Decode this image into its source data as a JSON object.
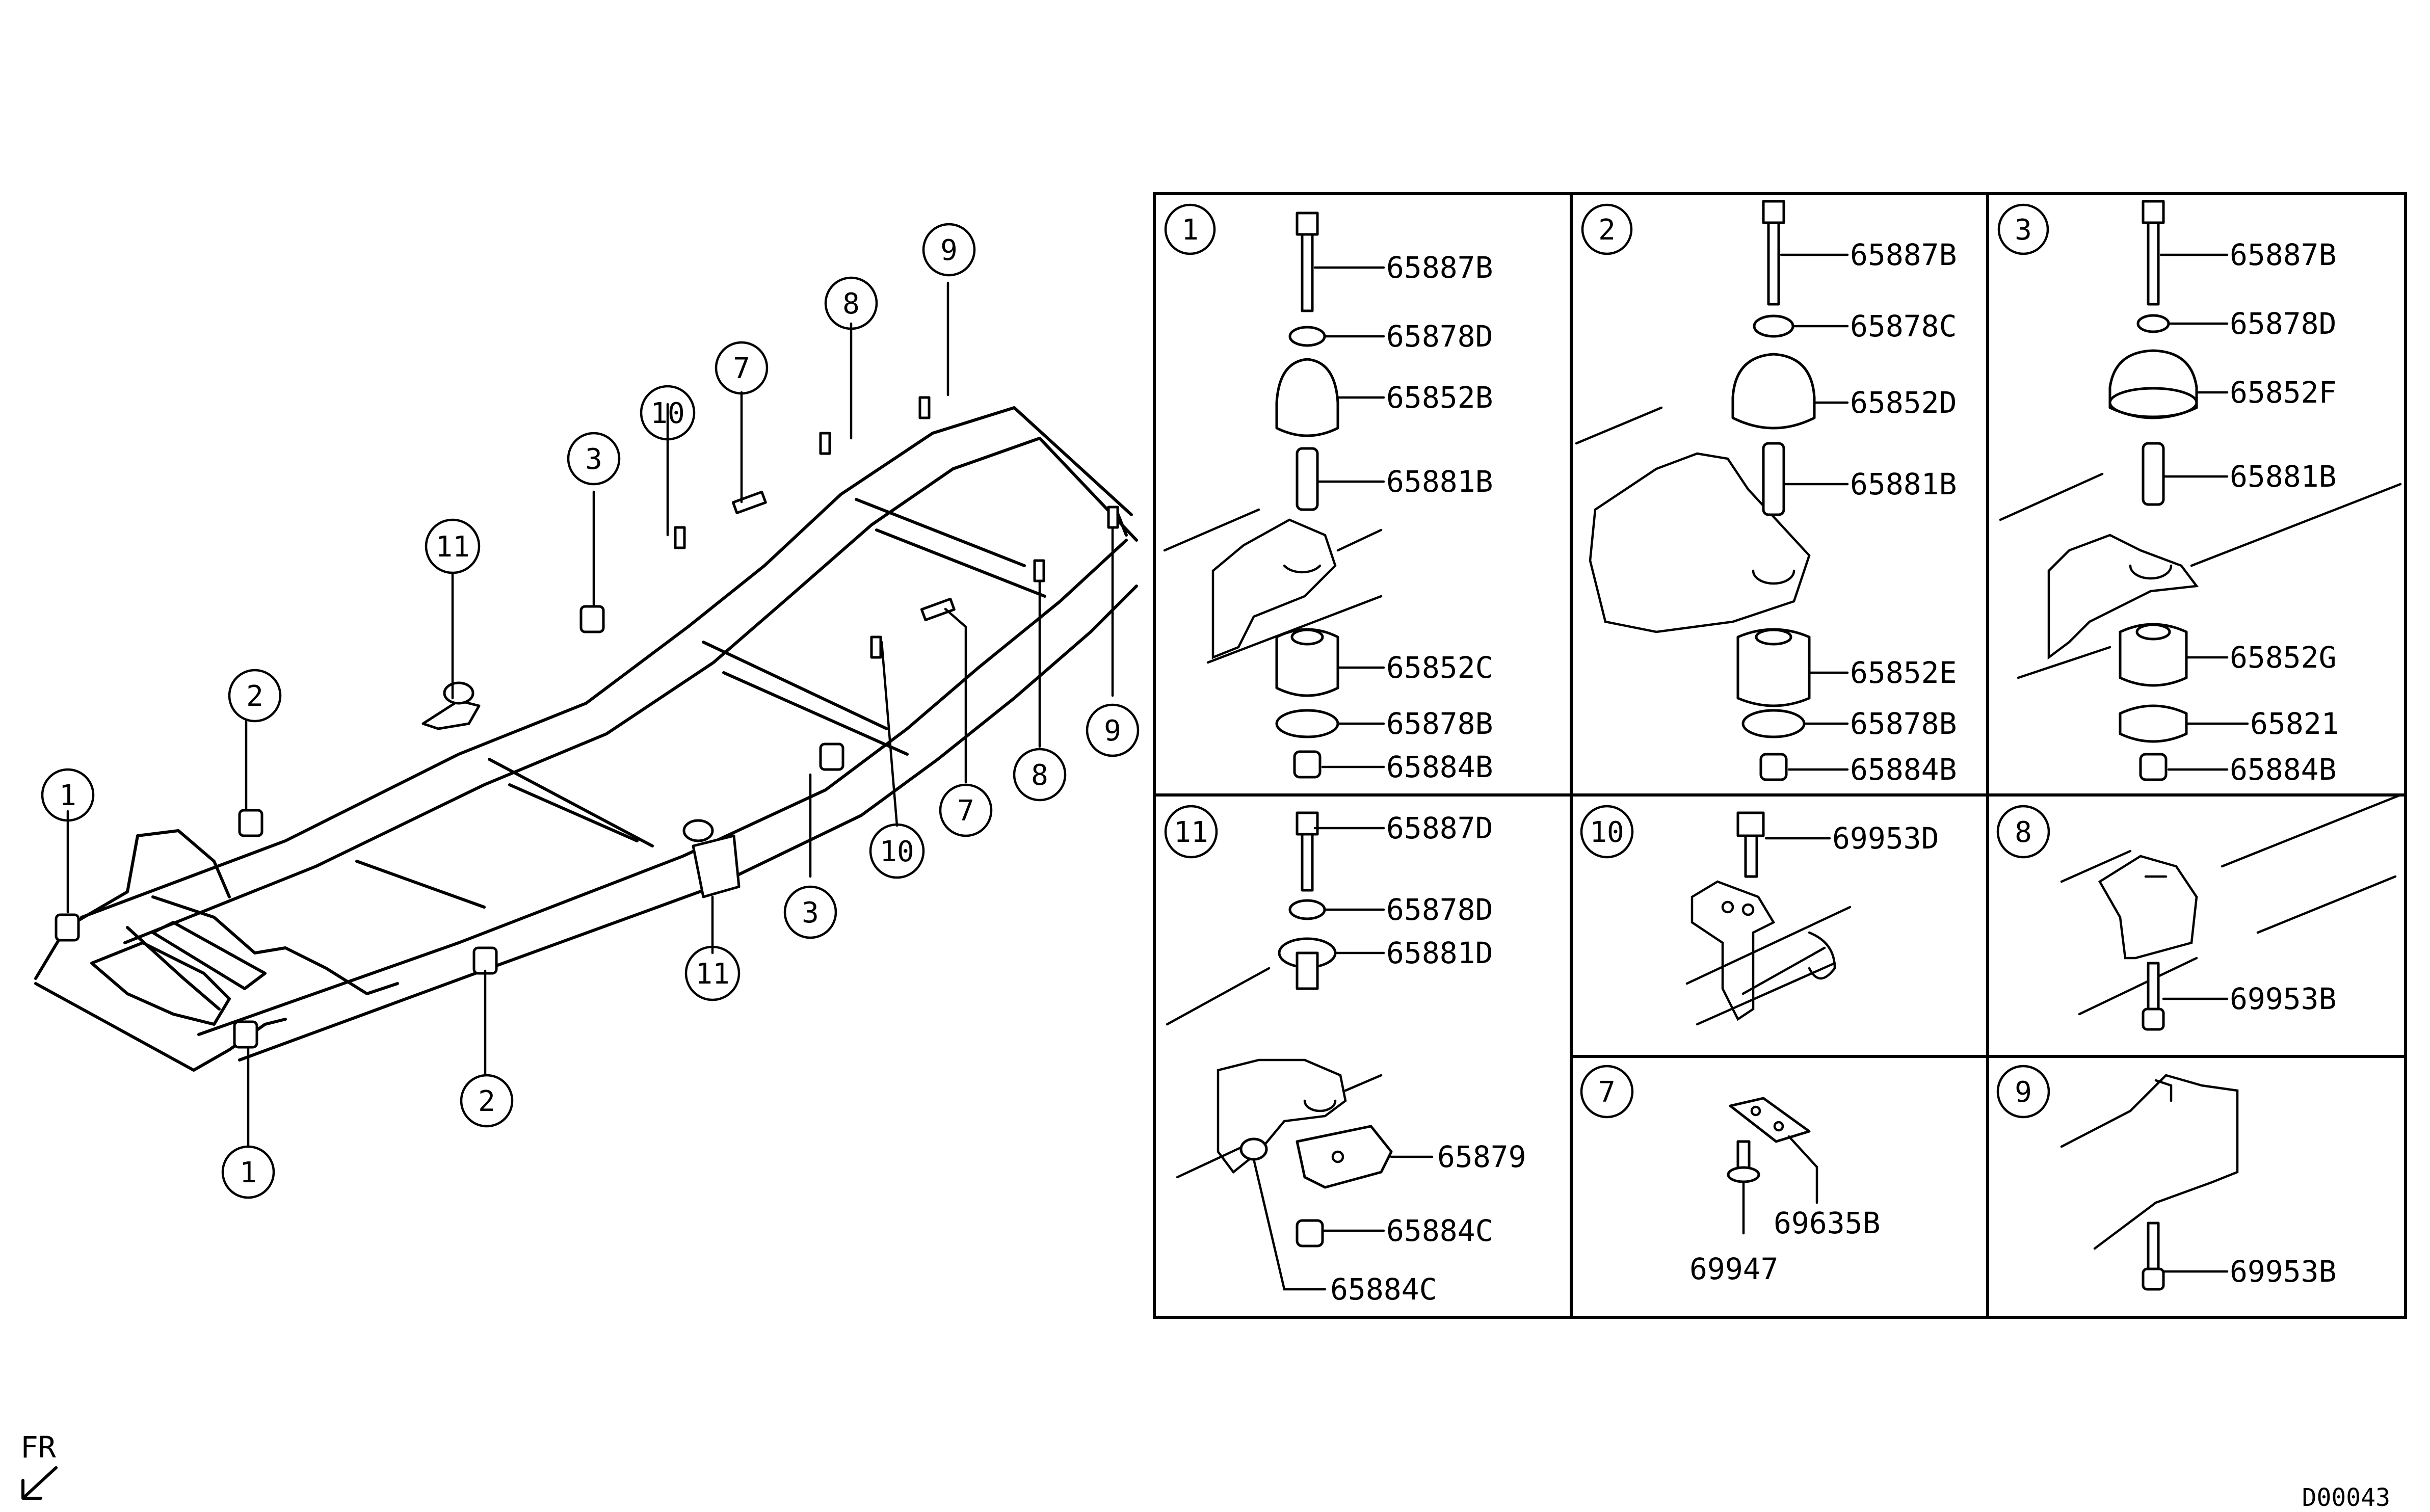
{
  "callouts_frame": [
    {
      "id": "c1a",
      "n": "1"
    },
    {
      "id": "c1b",
      "n": "1"
    },
    {
      "id": "c2a",
      "n": "2"
    },
    {
      "id": "c2b",
      "n": "2"
    },
    {
      "id": "c3a",
      "n": "3"
    },
    {
      "id": "c3b",
      "n": "3"
    },
    {
      "id": "c7a",
      "n": "7"
    },
    {
      "id": "c7b",
      "n": "7"
    },
    {
      "id": "c8a",
      "n": "8"
    },
    {
      "id": "c8b",
      "n": "8"
    },
    {
      "id": "c9a",
      "n": "9"
    },
    {
      "id": "c9b",
      "n": "9"
    },
    {
      "id": "c10a",
      "n": "10"
    },
    {
      "id": "c10b",
      "n": "10"
    },
    {
      "id": "c11a",
      "n": "11"
    },
    {
      "id": "c11b",
      "n": "11"
    }
  ],
  "panels": [
    {
      "id": "p1",
      "n": "1",
      "parts": [
        "65887B",
        "65878D",
        "65852B",
        "65881B",
        "65852C",
        "65878B",
        "65884B"
      ]
    },
    {
      "id": "p2",
      "n": "2",
      "parts": [
        "65887B",
        "65878C",
        "65852D",
        "65881B",
        "65852E",
        "65878B",
        "65884B"
      ]
    },
    {
      "id": "p3",
      "n": "3",
      "parts": [
        "65887B",
        "65878D",
        "65852F",
        "65881B",
        "65852G",
        "65821",
        "65884B"
      ]
    },
    {
      "id": "p11",
      "n": "11",
      "parts": [
        "65887D",
        "65878D",
        "65881D",
        "65879",
        "65884C",
        "65884C"
      ]
    },
    {
      "id": "p10",
      "n": "10",
      "parts": [
        "69953D"
      ]
    },
    {
      "id": "p8",
      "n": "8",
      "parts": [
        "69953B"
      ]
    },
    {
      "id": "p7",
      "n": "7",
      "parts": [
        "69635B",
        "69947"
      ]
    },
    {
      "id": "p9",
      "n": "9",
      "parts": [
        "69953B"
      ]
    }
  ],
  "front_marker": "FR",
  "diagram_code": "D00043"
}
